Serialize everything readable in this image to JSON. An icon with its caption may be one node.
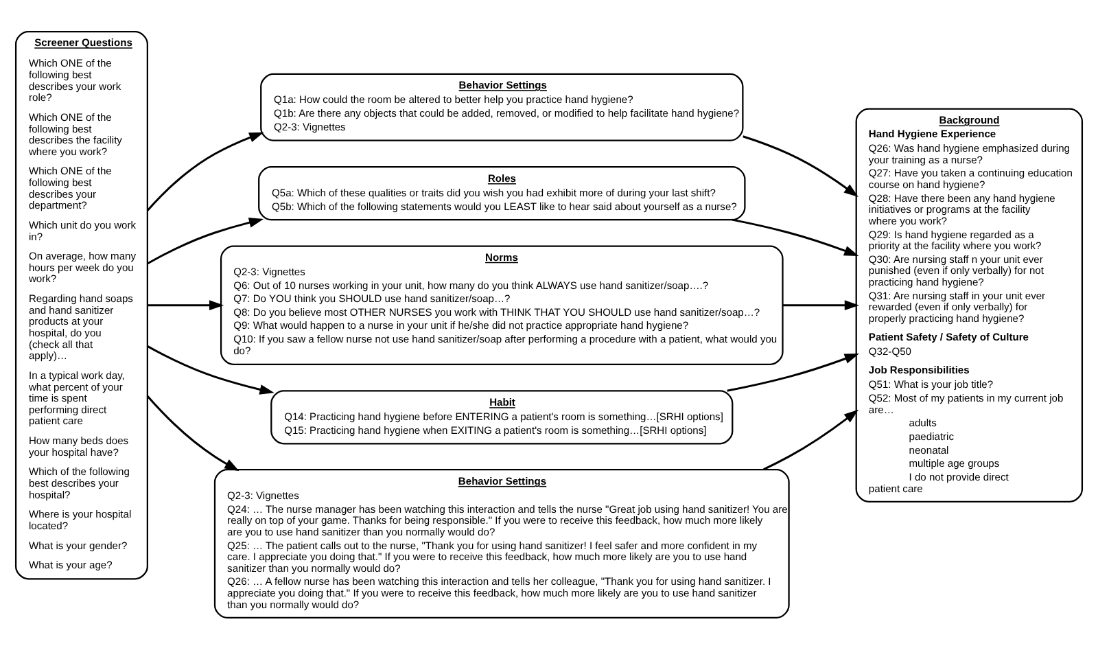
{
  "diagram": {
    "nodes": [
      {
        "text": [
          "Screener Questions",
          "Which ONE of the following best describes your work role?",
          "Which ONE of the following best describes the facility where you work?",
          "Which ONE of the following best describes your department?",
          "Which unit do you work in?",
          "On average, how many hours per week do you work?",
          "Regarding hand soaps and hand sanitizer products at your hospital, do you (check all that apply)…",
          "In a typical work day, what percent of your time is spent performing direct patient care",
          "How many beds does your hospital have?",
          "Which of the following best describes your hospital?",
          "Where is your hospital located?",
          "What is your gender?",
          "What is your age?"
        ]
      },
      {
        "text": [
          "Behavior Settings",
          "Q1a: How could the room be altered to better help you practice hand hygiene?",
          "Q1b: Are there any objects that could be added, removed, or modified to help facilitate hand hygiene?",
          "Q2-3: Vignettes"
        ]
      },
      {
        "text": [
          "Roles",
          "Q5a: Which of these qualities or traits did you wish you had exhibit more of during your last shift?",
          "Q5b: Which of the following statements would you LEAST like to hear said about yourself as a nurse?"
        ]
      },
      {
        "text": [
          "Norms",
          "Q2-3: Vignettes",
          "Q6: Out of 10 nurses working in your unit, how many do you think ALWAYS use hand sanitizer/soap….?",
          "Q7: Do YOU think you SHOULD use hand sanitizer/soap…?",
          "Q8: Do you believe most OTHER NURSES you work with THINK THAT YOU SHOULD use hand sanitizer/soap…?",
          "Q9: What would happen to a nurse in your unit if he/she did not practice appropriate hand hygiene?",
          "Q10: If you saw a fellow nurse not use hand sanitizer/soap after performing a procedure with a patient, what would you do?"
        ]
      },
      {
        "text": [
          "Habit",
          "Q14: Practicing hand hygiene before ENTERING a patient's room is something…[SRHI options]",
          "Q15: Practicing hand hygiene when EXITING a patient's room is something…[SRHI options]"
        ]
      },
      {
        "text": [
          "Behavior Settings",
          "Q2-3: Vignettes",
          "Q24: … The nurse manager has been watching this interaction and tells the nurse \"Great job using hand sanitizer! You are really on top of your game. Thanks for being responsible.\" If you were to receive this feedback, how much more likely are you to use hand sanitizer than you normally would do?",
          "Q25: … The patient calls out to the nurse, \"Thank you for using hand sanitizer! I feel safer and more confident in my care. I appreciate you doing that.\" If you were to receive this feedback, how much more likely are you to use hand sanitizer than you normally would do?",
          "Q26: … A fellow nurse has been watching this interaction and tells her colleague, \"Thank you for using hand sanitizer. I appreciate you doing that.\" If you were to receive this feedback, how much more likely are you to use hand sanitizer than you normally would do?"
        ]
      },
      {
        "text": [
          "Background",
          "Hand Hygiene Experience",
          "Q26: Was hand hygiene emphasized during your training as a nurse?",
          "Q27: Have you taken a continuing education course on hand hygiene?",
          "Q28: Have there been any hand hygiene initiatives or programs at the facility where you work?",
          "Q29: Is hand hygiene regarded as a priority at the facility where you work?",
          "Q30: Are nursing staff n your unit ever punished (even if only verbally) for not practicing hand hygiene?",
          "Q31: Are nursing staff in your unit ever rewarded (even if only verbally) for properly practicing hand hygiene?",
          "Patient Safety / Safety of Culture",
          "Q32-Q50",
          "Job Responsibilities",
          "Q51: What is your job title?",
          "Q52: Most of my patients in my current job are…",
          "adults",
          "paediatric",
          "neonatal",
          "multiple age groups",
          "I do not provide direct patient care"
        ]
      }
    ],
    "edges": [
      {
        "from": 0,
        "to": 1,
        "arrow": "to"
      },
      {
        "from": 0,
        "to": 2,
        "arrow": "to"
      },
      {
        "from": 0,
        "to": 3,
        "arrow": "to"
      },
      {
        "from": 0,
        "to": 4,
        "arrow": "to"
      },
      {
        "from": 0,
        "to": 5,
        "arrow": "to"
      },
      {
        "from": 1,
        "to": 6,
        "arrow": "to"
      },
      {
        "from": 2,
        "to": 6,
        "arrow": "to"
      },
      {
        "from": 3,
        "to": 6,
        "arrow": "to"
      },
      {
        "from": 4,
        "to": 6,
        "arrow": "to"
      },
      {
        "from": 5,
        "to": 6,
        "arrow": "to"
      }
    ]
  }
}
